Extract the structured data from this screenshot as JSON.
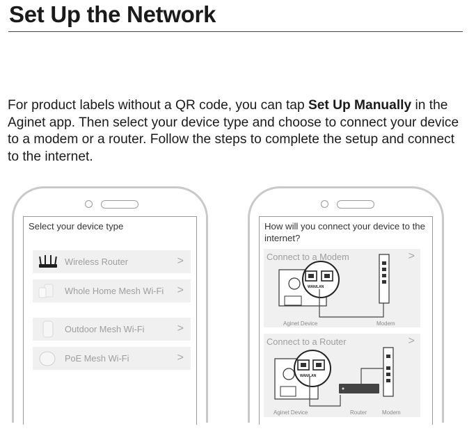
{
  "heading": "Set Up the Network",
  "intro": {
    "before": "For product labels without a QR code, you can tap ",
    "bold": "Set Up Manually",
    "after": " in the Aginet app. Then select your device type and choose to connect your device to a modem or a router. Follow the steps to complete the setup and connect to the internet."
  },
  "left_phone": {
    "title": "Select your device type",
    "devices": [
      {
        "label": "Wireless Router",
        "icon": "router-icon"
      },
      {
        "label": "Whole Home Mesh Wi-Fi",
        "icon": "mesh-icon"
      },
      {
        "label": "Outdoor Mesh Wi-Fi",
        "icon": "outdoor-mesh-icon"
      },
      {
        "label": "PoE Mesh Wi-Fi",
        "icon": "poe-mesh-icon"
      }
    ],
    "chevron": ">"
  },
  "right_phone": {
    "title": "How will you connect your device to the internet?",
    "modem_card": {
      "label": "Connect to a Modem",
      "captions": [
        "Aginet Device",
        "Modem"
      ],
      "port_label": "WAN/LAN"
    },
    "router_card": {
      "label": "Connect to a Router",
      "captions": [
        "Aginet Device",
        "Router",
        "Modem"
      ],
      "port_label": "WAN/LAN"
    },
    "chevron": ">"
  }
}
